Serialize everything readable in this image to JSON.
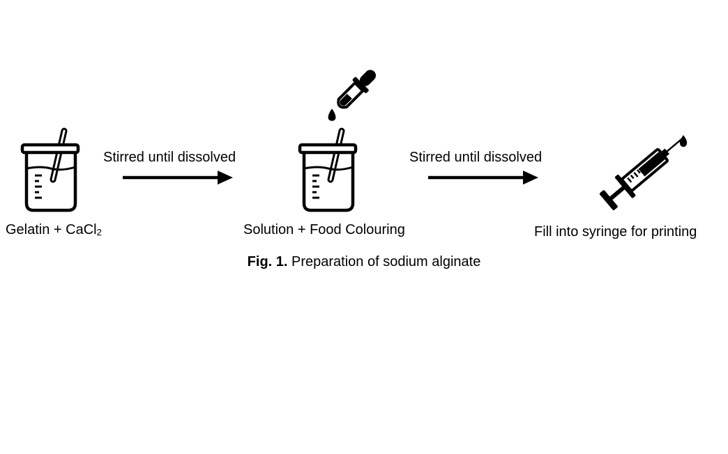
{
  "figure": {
    "caption_number": "Fig. 1.",
    "caption_text": "Preparation of sodium alginate"
  },
  "steps": [
    {
      "label_main": "Gelatin + CaCl",
      "label_sub": "2",
      "icon": "beaker-with-stirrer-icon"
    },
    {
      "label": "Solution + Food Colouring",
      "icon": "beaker-with-dropper-icon"
    },
    {
      "label": "Fill into syringe for printing",
      "icon": "syringe-icon"
    }
  ],
  "arrows": [
    {
      "label": "Stirred until dissolved"
    },
    {
      "label": "Stirred until dissolved"
    }
  ],
  "colors": {
    "ink": "#000000",
    "background": "#ffffff"
  }
}
